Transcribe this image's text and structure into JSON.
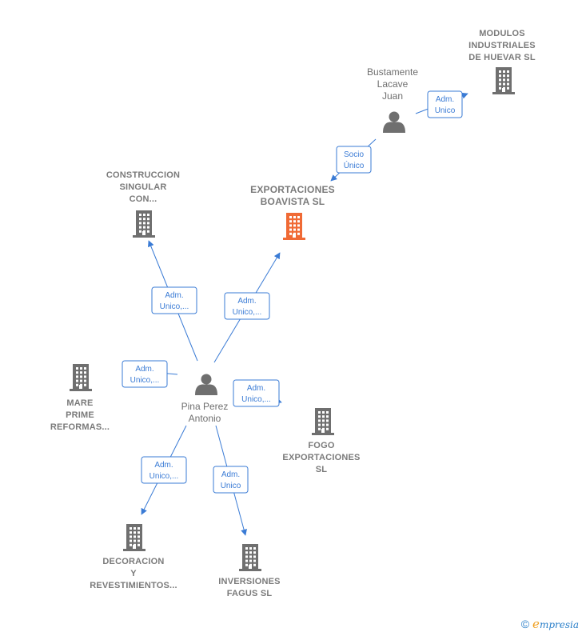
{
  "colors": {
    "edge": "#3a7bd5",
    "company_icon": "#6f6f6f",
    "main_company_icon": "#f06a35",
    "person_icon": "#6f6f6f",
    "text": "#6f6f6f"
  },
  "nodes": [
    {
      "id": "modulos",
      "type": "company",
      "lines": [
        "MODULOS",
        "INDUSTRIALES",
        "DE HUEVAR SL"
      ]
    },
    {
      "id": "bustamente",
      "type": "person",
      "lines": [
        "Bustamente",
        "Lacave",
        "Juan"
      ]
    },
    {
      "id": "exportaciones",
      "type": "main_company",
      "lines": [
        "EXPORTACIONES",
        "BOAVISTA SL"
      ]
    },
    {
      "id": "construccion",
      "type": "company",
      "lines": [
        "CONSTRUCCION",
        "SINGULAR",
        "CON..."
      ]
    },
    {
      "id": "pina",
      "type": "person",
      "lines": [
        "Pina Perez",
        "Antonio"
      ]
    },
    {
      "id": "mare",
      "type": "company",
      "lines": [
        "MARE",
        "PRIME",
        "REFORMAS..."
      ]
    },
    {
      "id": "fogo",
      "type": "company",
      "lines": [
        "FOGO",
        "EXPORTACIONES",
        "SL"
      ]
    },
    {
      "id": "decoracion",
      "type": "company",
      "lines": [
        "DECORACION",
        "Y",
        "REVESTIMIENTOS..."
      ]
    },
    {
      "id": "inversiones",
      "type": "company",
      "lines": [
        "INVERSIONES",
        "FAGUS SL"
      ]
    }
  ],
  "edges": [
    {
      "id": "e1",
      "from": "bustamente",
      "to": "modulos",
      "label": [
        "Adm.",
        "Unico"
      ]
    },
    {
      "id": "e2",
      "from": "bustamente",
      "to": "exportaciones",
      "label": [
        "Socio",
        "Único"
      ]
    },
    {
      "id": "e3",
      "from": "pina",
      "to": "exportaciones",
      "label": [
        "Adm.",
        "Unico,..."
      ]
    },
    {
      "id": "e4",
      "from": "pina",
      "to": "construccion",
      "label": [
        "Adm.",
        "Unico,..."
      ]
    },
    {
      "id": "e5",
      "from": "pina",
      "to": "mare",
      "label": [
        "Adm.",
        "Unico,..."
      ]
    },
    {
      "id": "e6",
      "from": "pina",
      "to": "fogo",
      "label": [
        "Adm.",
        "Unico,..."
      ]
    },
    {
      "id": "e7",
      "from": "pina",
      "to": "decoracion",
      "label": [
        "Adm.",
        "Unico,..."
      ]
    },
    {
      "id": "e8",
      "from": "pina",
      "to": "inversiones",
      "label": [
        "Adm.",
        "Unico"
      ]
    }
  ],
  "brand": {
    "copyright": "©",
    "e": "e",
    "rest": "mpresia"
  }
}
